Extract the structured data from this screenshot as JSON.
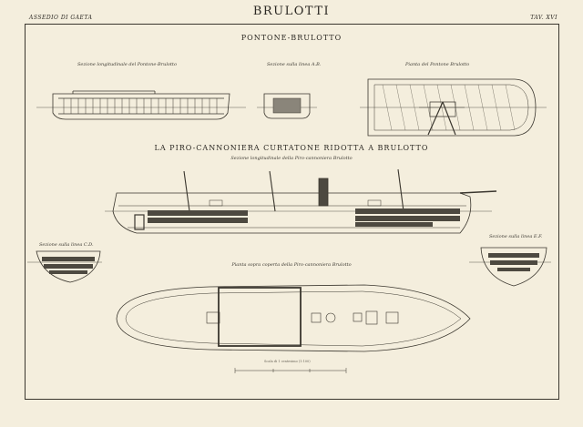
{
  "plate": {
    "title": "BRULOTTI",
    "header_left": "ASSEDIO DI GAETA",
    "header_right": "TAV. XVI"
  },
  "pontone": {
    "title": "PONTONE-BRULOTTO",
    "label_longitudinal": "Sezione longitudinale del Pontone-Brulotto",
    "label_section_ab": "Sezione sulla linea A.B.",
    "label_plan": "Pianta del Pontone Brulotto"
  },
  "piro": {
    "title": "LA PIRO-CANNONIERA CURTATONE RIDOTTA A BRULOTTO",
    "subtitle": "Sezione longitudinale della Piro-cannoniera Brulotto",
    "label_section_cd": "Sezione sulla linea C.D.",
    "label_section_ef": "Sezione sulla linea E.F.",
    "label_deck_plan": "Pianta sopra coperta della Piro-cannoniera Brulotto"
  },
  "footer": {
    "scale_note": "Scala di 1 centesimo (1:100)"
  }
}
